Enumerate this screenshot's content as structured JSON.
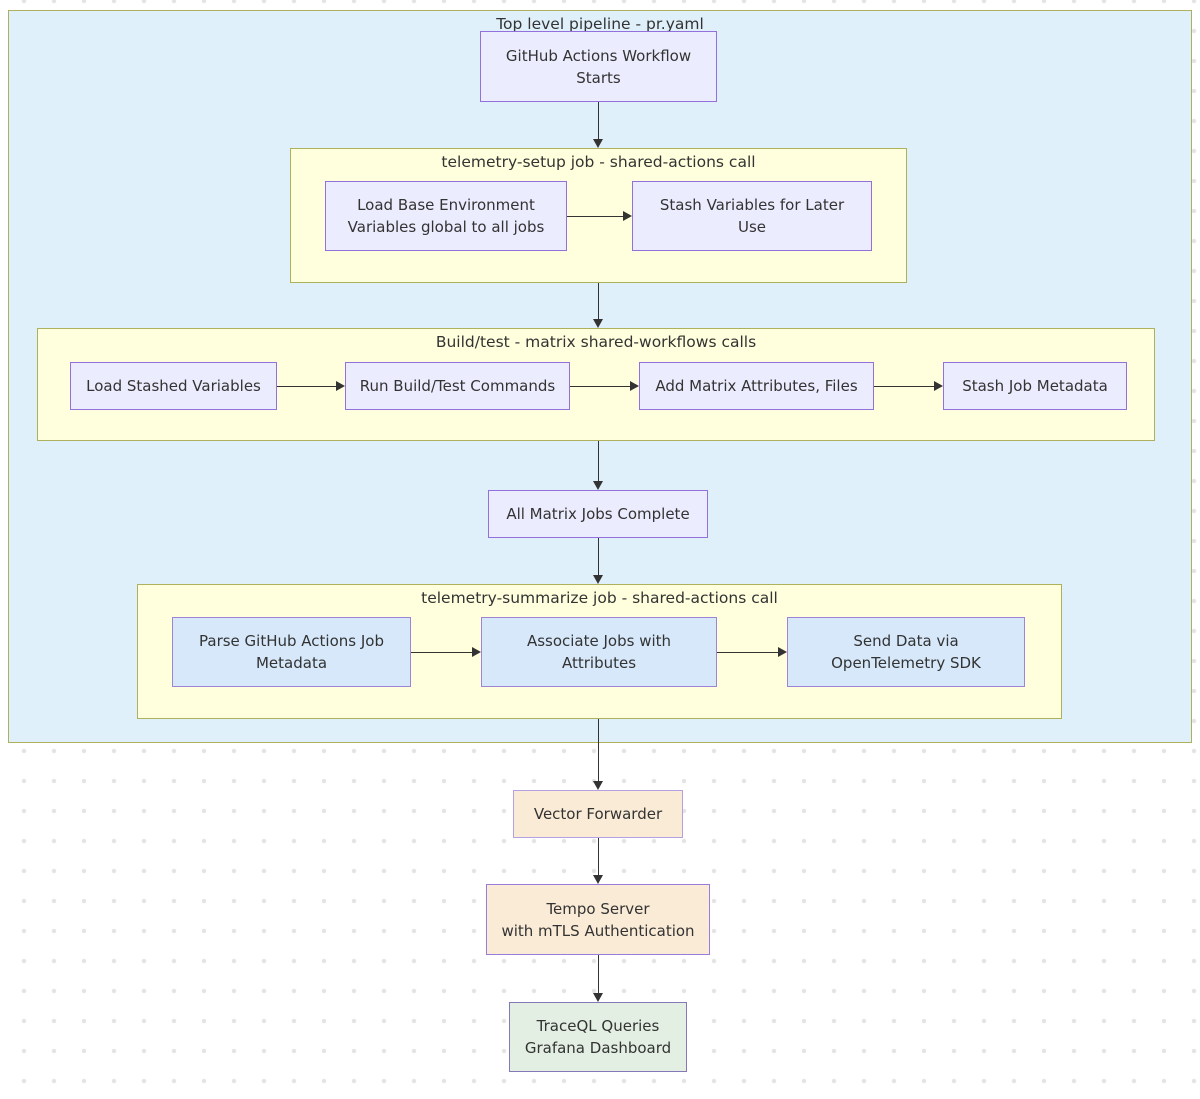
{
  "palette": {
    "outer_cluster_fill": "#e0f0fb",
    "subcluster_fill": "#ffffde",
    "cluster_border": "#adb15c",
    "node_purple_fill": "#ececff",
    "node_purple_border": "#9370db",
    "node_blue_fill": "#d6e8fa",
    "node_peach_fill": "#faebd7",
    "node_green_fill": "#e2efe2",
    "edge_color": "#333333",
    "text_color": "#333333",
    "background_dot_color": "#e4e4e4"
  },
  "clusters": {
    "outer": {
      "title": "Top level pipeline - pr.yaml"
    },
    "setup": {
      "title": "telemetry-setup job - shared-actions call"
    },
    "build": {
      "title": "Build/test - matrix shared-workflows calls"
    },
    "summarize": {
      "title": "telemetry-summarize job - shared-actions call"
    }
  },
  "nodes": {
    "gh_start": {
      "line1": "GitHub Actions Workflow",
      "line2": "Starts"
    },
    "load_base": {
      "line1": "Load Base Environment",
      "line2": "Variables global to all jobs"
    },
    "stash_vars": {
      "line1": "Stash Variables for Later",
      "line2": "Use"
    },
    "load_stashed": {
      "line1": "Load Stashed Variables"
    },
    "run_build": {
      "line1": "Run Build/Test Commands"
    },
    "add_matrix": {
      "line1": "Add Matrix Attributes, Files"
    },
    "stash_job": {
      "line1": "Stash Job Metadata"
    },
    "all_matrix": {
      "line1": "All Matrix Jobs Complete"
    },
    "parse_gh": {
      "line1": "Parse GitHub Actions Job",
      "line2": "Metadata"
    },
    "associate": {
      "line1": "Associate Jobs with",
      "line2": "Attributes"
    },
    "send_data": {
      "line1": "Send Data via",
      "line2": "OpenTelemetry SDK"
    },
    "vector": {
      "line1": "Vector Forwarder"
    },
    "tempo": {
      "line1": "Tempo Server",
      "line2": "with mTLS Authentication"
    },
    "traceql": {
      "line1": "TraceQL Queries",
      "line2": "Grafana Dashboard"
    }
  }
}
